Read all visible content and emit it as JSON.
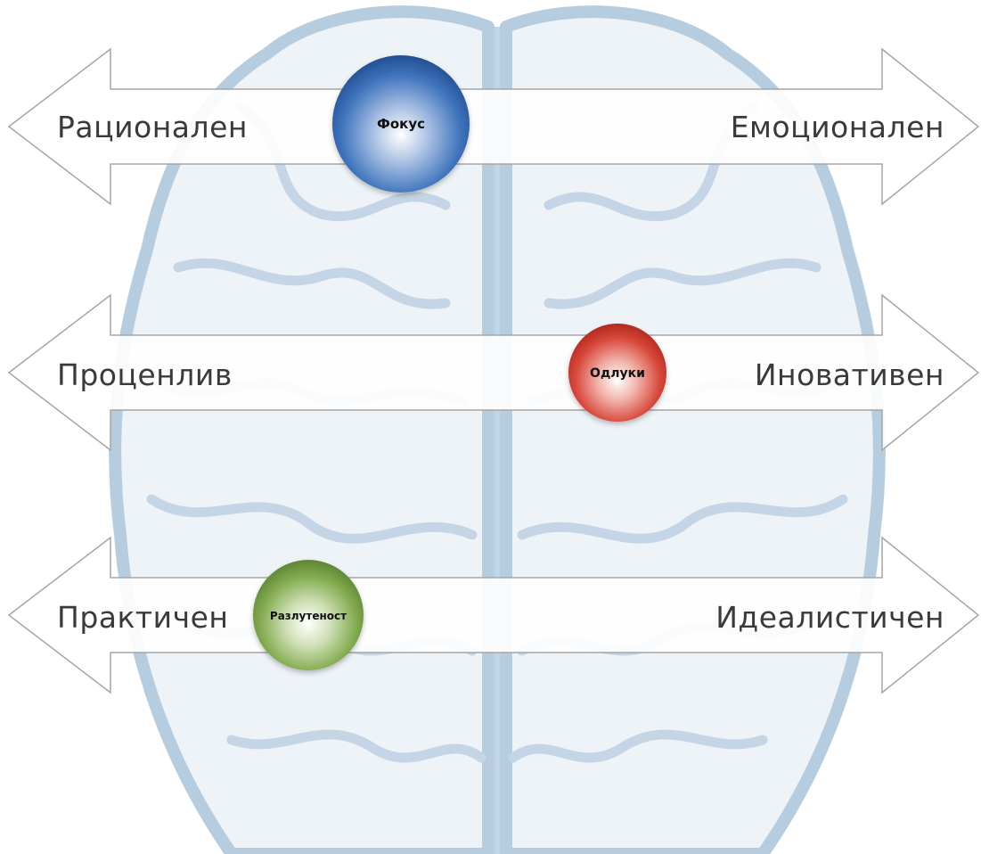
{
  "colors": {
    "brain_fill": "#eef3f8",
    "brain_stroke": "#b6cde0",
    "arrow_fill": "#ffffff",
    "arrow_stroke": "#a6a6a6",
    "label_text": "#3a3a3a",
    "focus": "#2f65b0",
    "decisions": "#d43a2c",
    "distraction": "#79a146"
  },
  "axes": [
    {
      "left_label": "Рационален",
      "right_label": "Емоционален"
    },
    {
      "left_label": "Проценлив",
      "right_label": "Иновативен"
    },
    {
      "left_label": "Практичен",
      "right_label": "Идеалистичен"
    }
  ],
  "nodes": [
    {
      "label": "Фокус",
      "color": "blue",
      "axis": "Рационален – Емоционален"
    },
    {
      "label": "Одлуки",
      "color": "red",
      "axis": "Проценлив – Иновативен"
    },
    {
      "label": "Разлутеност",
      "color": "green",
      "axis": "Практичен – Идеалистичен"
    }
  ]
}
